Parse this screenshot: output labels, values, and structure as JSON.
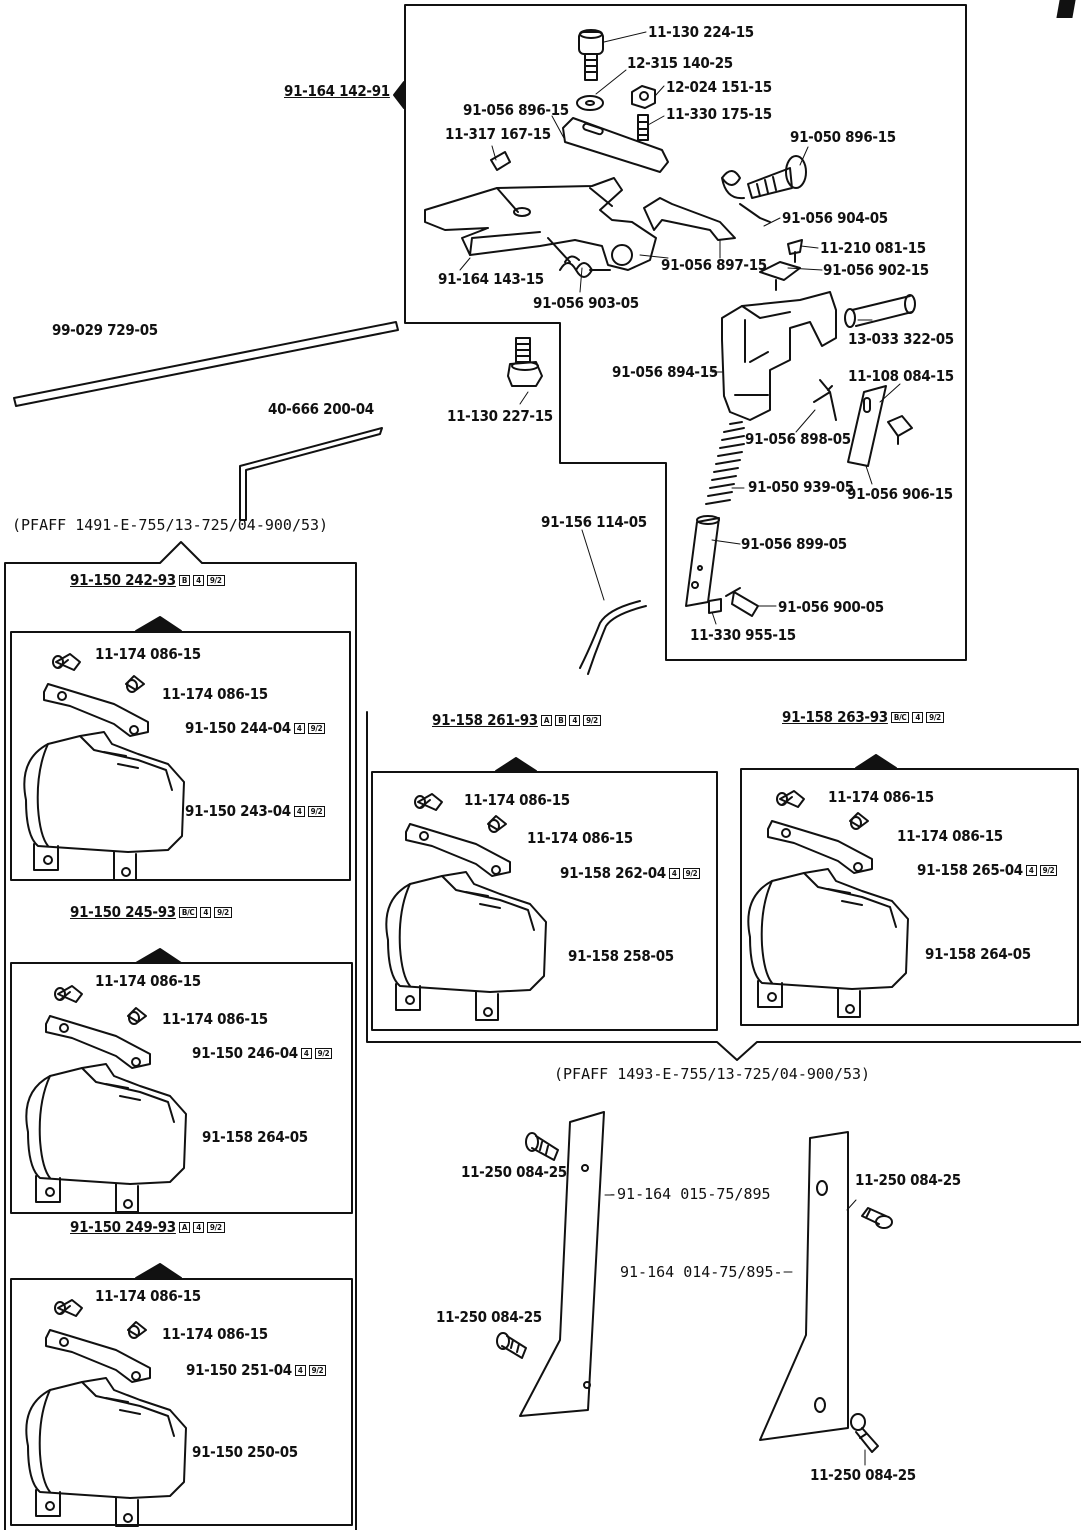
{
  "labels": {
    "top_assembly": "91-164 142-91",
    "p11_130_224": "11-130 224-15",
    "p12_315_140": "12-315 140-25",
    "p12_024_151": "12-024 151-15",
    "p91_056_896": "91-056 896-15",
    "p11_330_175": "11-330 175-15",
    "p11_317_167": "11-317 167-15",
    "p91_050_896": "91-050 896-15",
    "p91_056_904": "91-056 904-05",
    "p11_210_081": "11-210 081-15",
    "p91_164_143": "91-164 143-15",
    "p91_056_897": "91-056 897-15",
    "p91_056_902": "91-056 902-15",
    "p91_056_903": "91-056 903-05",
    "p99_029_729": "99-029 729-05",
    "p13_033_322": "13-033 322-05",
    "p91_056_894": "91-056 894-15",
    "p11_108_084": "11-108 084-15",
    "p11_130_227": "11-130 227-15",
    "p40_666_200": "40-666 200-04",
    "p91_056_898": "91-056 898-05",
    "p91_050_939": "91-050 939-05",
    "p91_056_906": "91-056 906-15",
    "p91_156_114": "91-156 114-05",
    "p91_056_899": "91-056 899-05",
    "p91_056_900": "91-056 900-05",
    "p11_330_955": "11-330 955-15",
    "pfaff_1491": "(PFAFF  1491-E-755/13-725/04-900/53)",
    "pfaff_1493": "(PFAFF  1493-E-755/13-725/04-900/53)"
  },
  "left_groups": [
    {
      "assembly": "91-150 242-93",
      "badges": [
        "B",
        "4",
        "9/2"
      ],
      "screw_a": "11-174 086-15",
      "screw_b": "11-174 086-15",
      "plate": "91-150 244-04",
      "plate_badges": [
        "4",
        "9/2"
      ],
      "body": "91-150 243-04",
      "body_badges": [
        "4",
        "9/2"
      ]
    },
    {
      "assembly": "91-150 245-93",
      "badges": [
        "B/C",
        "4",
        "9/2"
      ],
      "screw_a": "11-174 086-15",
      "screw_b": "11-174 086-15",
      "plate": "91-150 246-04",
      "plate_badges": [
        "4",
        "9/2"
      ],
      "body": "91-158 264-05",
      "body_badges": []
    },
    {
      "assembly": "91-150 249-93",
      "badges": [
        "A",
        "4",
        "9/2"
      ],
      "screw_a": "11-174 086-15",
      "screw_b": "11-174 086-15",
      "plate": "91-150 251-04",
      "plate_badges": [
        "4",
        "9/2"
      ],
      "body": "91-150 250-05",
      "body_badges": []
    }
  ],
  "mid_groups": [
    {
      "assembly": "91-158 261-93",
      "badges": [
        "A",
        "B",
        "4",
        "9/2"
      ],
      "screw_a": "11-174 086-15",
      "screw_b": "11-174 086-15",
      "plate": "91-158 262-04",
      "plate_badges": [
        "4",
        "9/2"
      ],
      "body": "91-158 258-05"
    },
    {
      "assembly": "91-158 263-93",
      "badges": [
        "B/C",
        "4",
        "9/2"
      ],
      "screw_a": "11-174 086-15",
      "screw_b": "11-174 086-15",
      "plate": "91-158 265-04",
      "plate_badges": [
        "4",
        "9/2"
      ],
      "body": "91-158 264-05"
    }
  ],
  "guides": {
    "screw_tl": "11-250 084-25",
    "guide_left": "-91-164 015-75/895",
    "screw_bl": "11-250 084-25",
    "guide_right": "91-164 014-75/895-",
    "screw_tr": "11-250 084-25",
    "screw_br": "11-250 084-25"
  }
}
